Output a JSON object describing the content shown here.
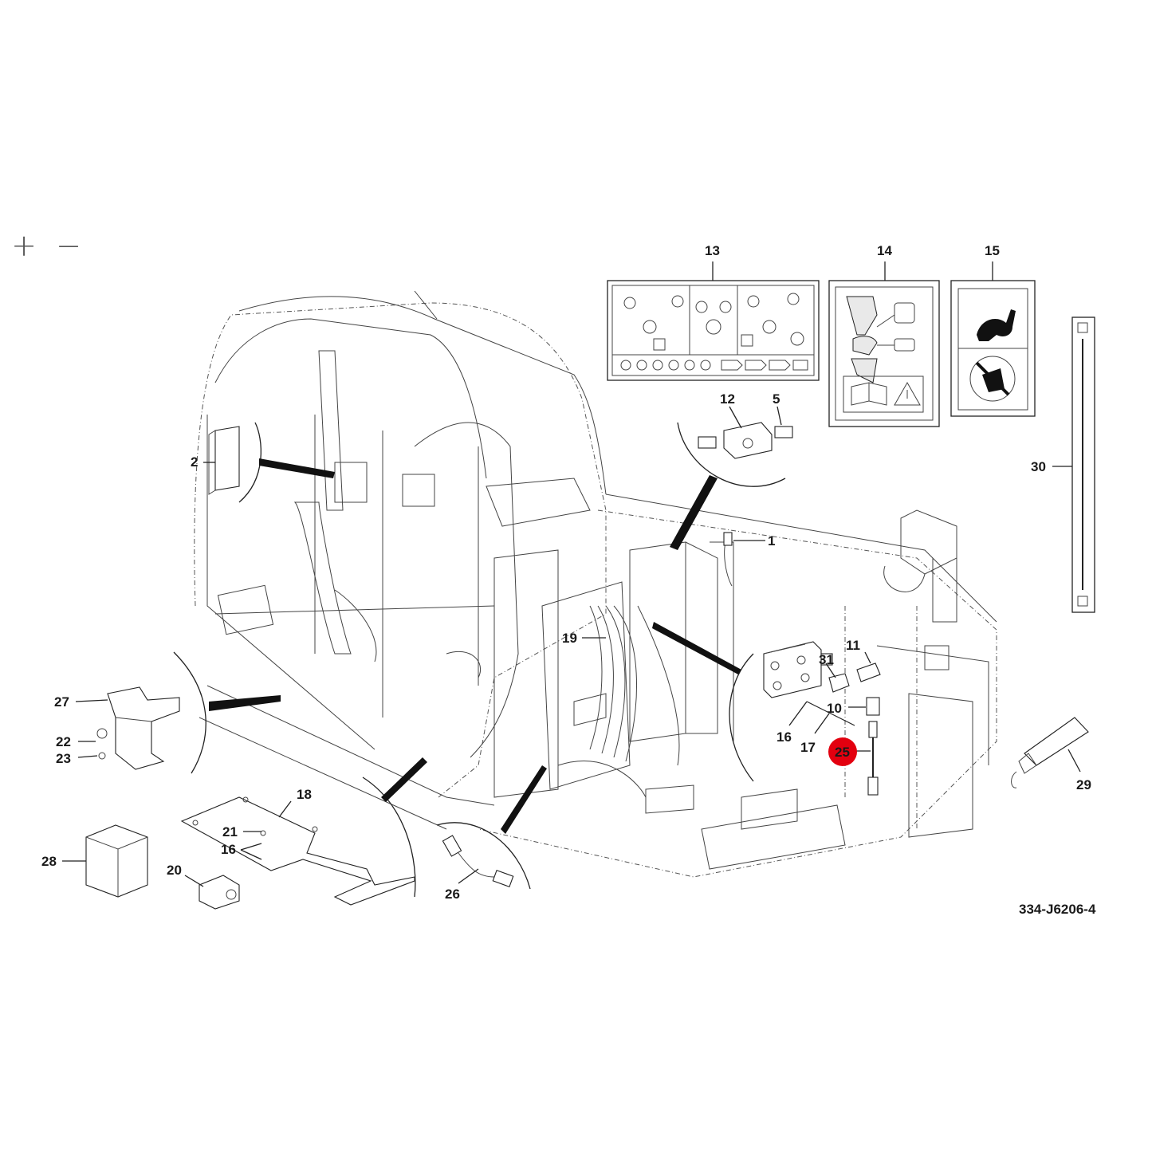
{
  "controls": {
    "zoom_in": "+",
    "zoom_out": "−"
  },
  "highlight_color": "#e3000f",
  "reference_code": "334-J6206-4",
  "callouts": {
    "c1": "1",
    "c2": "2",
    "c5": "5",
    "c10": "10",
    "c11": "11",
    "c12": "12",
    "c13": "13",
    "c14": "14",
    "c15": "15",
    "c16a": "16",
    "c16b": "16",
    "c17": "17",
    "c18": "18",
    "c19": "19",
    "c20": "20",
    "c21": "21",
    "c22": "22",
    "c23": "23",
    "c25": "25",
    "c26": "26",
    "c27": "27",
    "c28": "28",
    "c29": "29",
    "c30": "30",
    "c31": "31"
  }
}
